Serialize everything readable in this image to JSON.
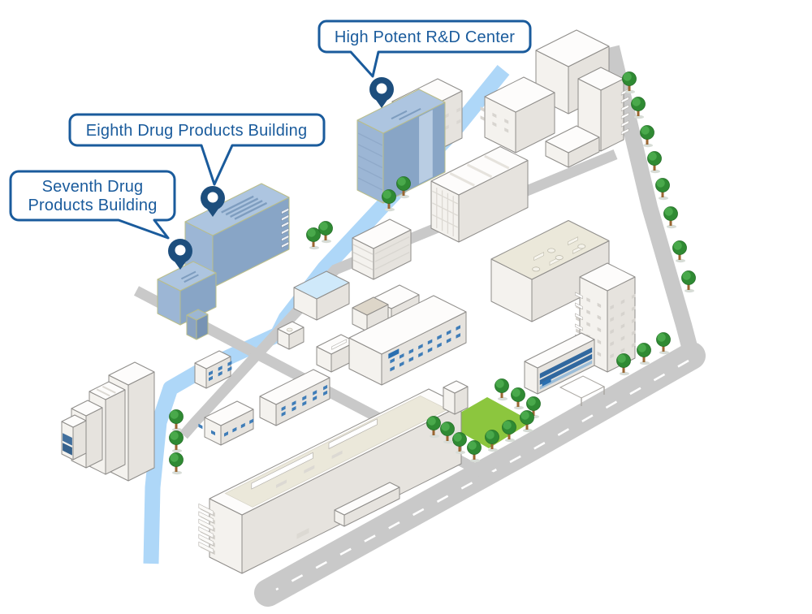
{
  "map": {
    "type": "isometric-campus-illustration",
    "callouts": [
      {
        "text": "High Potent R&D Center"
      },
      {
        "text": "Eighth Drug Products Building"
      },
      {
        "lines": [
          "Seventh Drug",
          "Products Building"
        ]
      }
    ],
    "icons": {
      "map_pin": "teardrop-location-marker",
      "tree": "roadside-tree"
    },
    "colors": {
      "accent": "#1a5b9c",
      "pin": "#1d4e7d",
      "river": "#aed7f8",
      "road": "#c9c9c9",
      "roadDash": "#ffffff",
      "lawn": "#8cc63e",
      "treeCrown": "#2f8a33",
      "treeLight": "#49a94b",
      "trunk": "#9a6632",
      "blueTop": "#adc5e0",
      "blueLeft": "#9cb6d5",
      "blueRight": "#88a5c6",
      "blueStroke": "#b9bd8a",
      "blueWindow": "#3f7db8",
      "whiteTop": "#fdfcfb",
      "whiteLeft": "#f4f2ee",
      "whiteRight": "#e6e3de",
      "stroke": "#8f8d8a",
      "beige": "#ebe8da",
      "skylight": "#cfe9fa",
      "glass": "#31689f",
      "logo": "#2a6fb0"
    }
  }
}
